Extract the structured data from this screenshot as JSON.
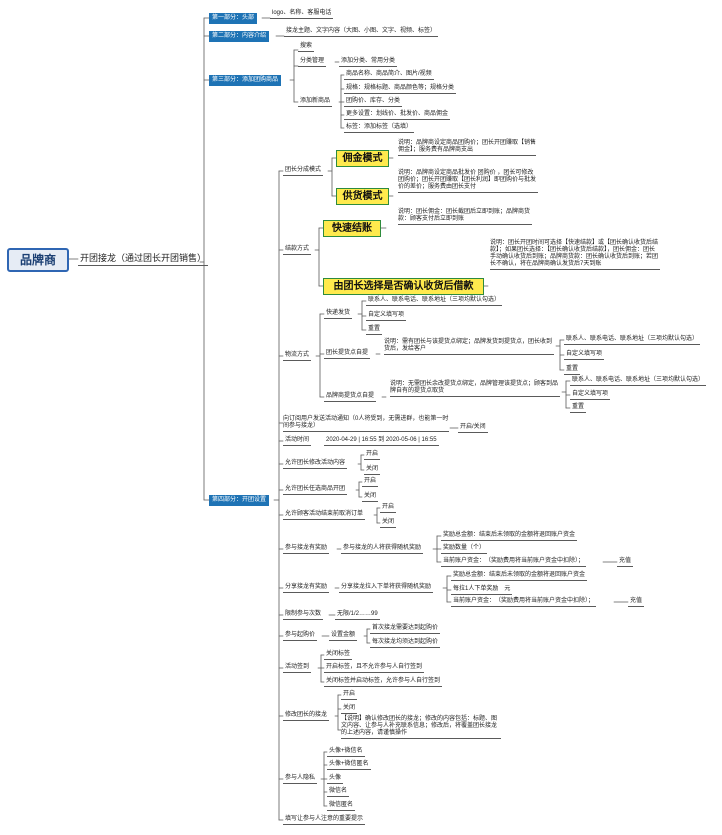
{
  "root": "品牌商",
  "l1": "开团接龙（通过团长开团销售）",
  "sections": [
    {
      "title": "第一部分：头部",
      "child": "logo、名称、客服电话"
    },
    {
      "title": "第二部分：内容介绍",
      "child": "接龙主题、文字内容（大图、小图、文字、视频、标签）"
    },
    {
      "title": "第三部分：添加团购商品"
    },
    {
      "title": "第四部分：开团设置"
    }
  ],
  "part3": {
    "search": "搜索",
    "category": "分类管理",
    "category_child": "添加分类、常用分类",
    "add_product": "添加新商品",
    "items": [
      "商品名称、商品简介、图片/视频",
      "规格：规格标题、商品颜色等；规格分类",
      "团购价、库存、分类",
      "更多设置：划线价、批发价、商品佣金",
      "标签：添加标签（选填）"
    ]
  },
  "leader_mode": {
    "label": "团长分成模式",
    "commission": "佣金模式",
    "commission_note": "说明：品牌商设定商品团购价；团长开团赚取【销售佣金】；服务费有品牌商支出",
    "supply": "供货模式",
    "supply_note": "说明：品牌商设定商品批发价 团购价 ，团长可修改团购价；团长开团赚取【团长利润】即团购价与批发价的差价；服务费由团长支付"
  },
  "settle": {
    "label": "结款方式",
    "fast": "快速结账",
    "fast_note": "说明：团长佣金：团长截团后立即到账；品牌商货款：顾客支付后立即到账",
    "choose": "由团长选择是否确认收货后借款",
    "choose_note": "说明：团长开团时间可选择【快速结款】或【团长确认收货后结款】；如果团长选择：【团长确认收货后结款】，团长佣金：团长手动确认收货后到账；品牌商货款：团长确认收货后到账；若团长不确认，将在品牌商确认发货后7天到账"
  },
  "logistics": {
    "label": "物流方式",
    "express": "快递发货",
    "express_items": [
      "联系人、联系电话、联系地址（三项均默认勾选）",
      "自定义填写项",
      "重置"
    ],
    "leader_pickup": "团长提货点自提",
    "leader_pickup_note": "说明：需有团长与该提货点绑定；品牌发货到提货点，团长收到货后，发给客户",
    "leader_pickup_items": [
      "联系人、联系电话、联系地址（三项均默认勾选）",
      "自定义填写项",
      "重置"
    ],
    "brand_pickup": "品牌商提货点自提",
    "brand_pickup_note": "说明：无需团长余改提货点绑定，品牌管理该提货点；顾客到品牌自有的提货点取货",
    "brand_pickup_items": [
      "联系人、联系电话、联系地址（三项均默认勾选）",
      "自定义填写项",
      "重置"
    ]
  },
  "part4": {
    "notify": "向订阅用户发送活动通知（0人将受到，无需进群，也能第一时间参与接龙）",
    "notify_opt": "开启/关闭",
    "activity_time_label": "活动时间",
    "activity_time": "2020-04-29 | 16:55 到 2020-05-06 | 16:55",
    "allow_edit": "允许团长修改活动内容",
    "allow_select": "允许团长任选商品开团",
    "allow_cancel": "允许顾客活动结束前取消订单",
    "on": "开启",
    "off": "关闭",
    "reward1": "参与接龙有奖励",
    "reward1_child": "参与接龙的人将获得随机奖励",
    "reward1_items": [
      "奖励总金额：结束后未领取的金额将退回账户资金",
      "奖励数量（个）",
      "当前账户资金：　（奖励费用将当前账户资金中扣除）；"
    ],
    "recharge": "充值",
    "reward2": "分享接龙有奖励",
    "reward2_child": "分享接龙拉入下单将获得随机奖励",
    "reward2_items": [
      "奖励总金额：结束后未领取的金额将退回账户资金",
      "每拉1人下单奖励　元",
      "当前账户资金：　（奖励费用将当前账户资金中扣除）；"
    ],
    "limit_label": "限制参与次数",
    "limit_value": "无限/1/2……99",
    "start_label": "参与起购价",
    "start_child": "设置金额",
    "start_items": [
      "首次接龙需要达到起购价",
      "每次接龙均须达到起购价"
    ],
    "sign_label": "活动签到",
    "sign_items": [
      "关闭标签",
      "开启标签，且不允许参与人自行签到",
      "关闭标签并启动标签，允许参与人自行签到"
    ],
    "modify_label": "修改团长的接龙",
    "modify_items": [
      "开启",
      "关闭",
      "【说明】确认修改团长的接龙；修改的内容包括：标题、图文内容、让参与人补充联系信息；修改后，将覆盖团长接龙的上述内容，请谨慎操作"
    ],
    "privacy_label": "参与人隐私",
    "privacy_items": [
      "头像+微信名",
      "头像+微信匿名",
      "头像",
      "微信名",
      "微信匿名"
    ],
    "fill": "填写让参与人注意的重要提示"
  }
}
